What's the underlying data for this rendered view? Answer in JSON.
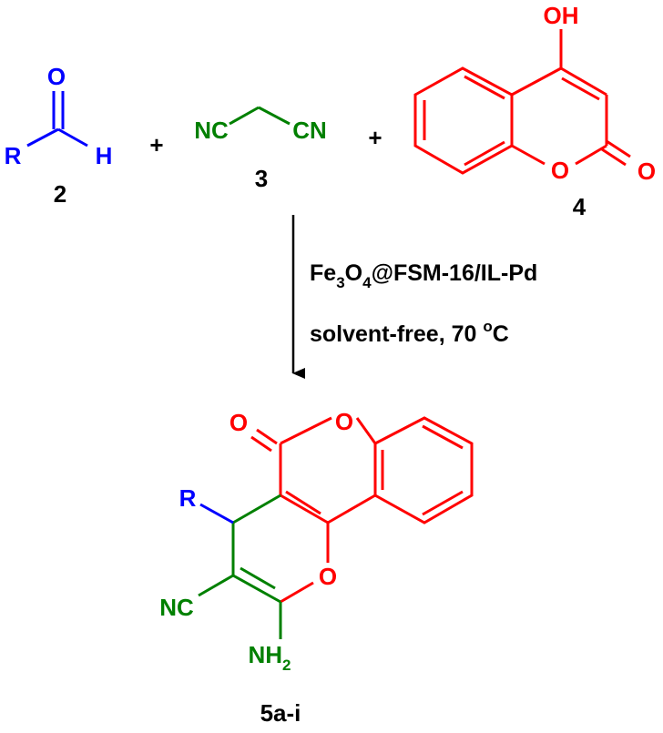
{
  "colors": {
    "aldehyde": "#0000ff",
    "malononitrile": "#008000",
    "coumarin": "#ff0000",
    "arrow": "#000000",
    "text": "#000000"
  },
  "reactant_aldehyde": {
    "atom_r": "R",
    "atom_o": "O",
    "atom_h": "H",
    "label": "2"
  },
  "reactant_malononitrile": {
    "left_group": "NC",
    "right_group": "CN",
    "label": "3"
  },
  "reactant_hydroxycoumarin": {
    "atom_oh": "OH",
    "ring_o": "O",
    "carbonyl_o": "O",
    "label": "4"
  },
  "plus_signs": [
    "+",
    "+"
  ],
  "conditions": {
    "catalyst_part1": "Fe",
    "catalyst_sub1": "3",
    "catalyst_part2": "O",
    "catalyst_sub2": "4",
    "catalyst_part3": "@FSM-16/IL-Pd",
    "line2_main": "solvent-free, 70 ",
    "line2_sup": "o",
    "line2_end": "C"
  },
  "product": {
    "carbonyl_o": "O",
    "lactone_o": "O",
    "pyran_o": "O",
    "substituent_r": "R",
    "nitrile": "NC",
    "amine_main": "NH",
    "amine_sub": "2",
    "label": "5a-i"
  }
}
